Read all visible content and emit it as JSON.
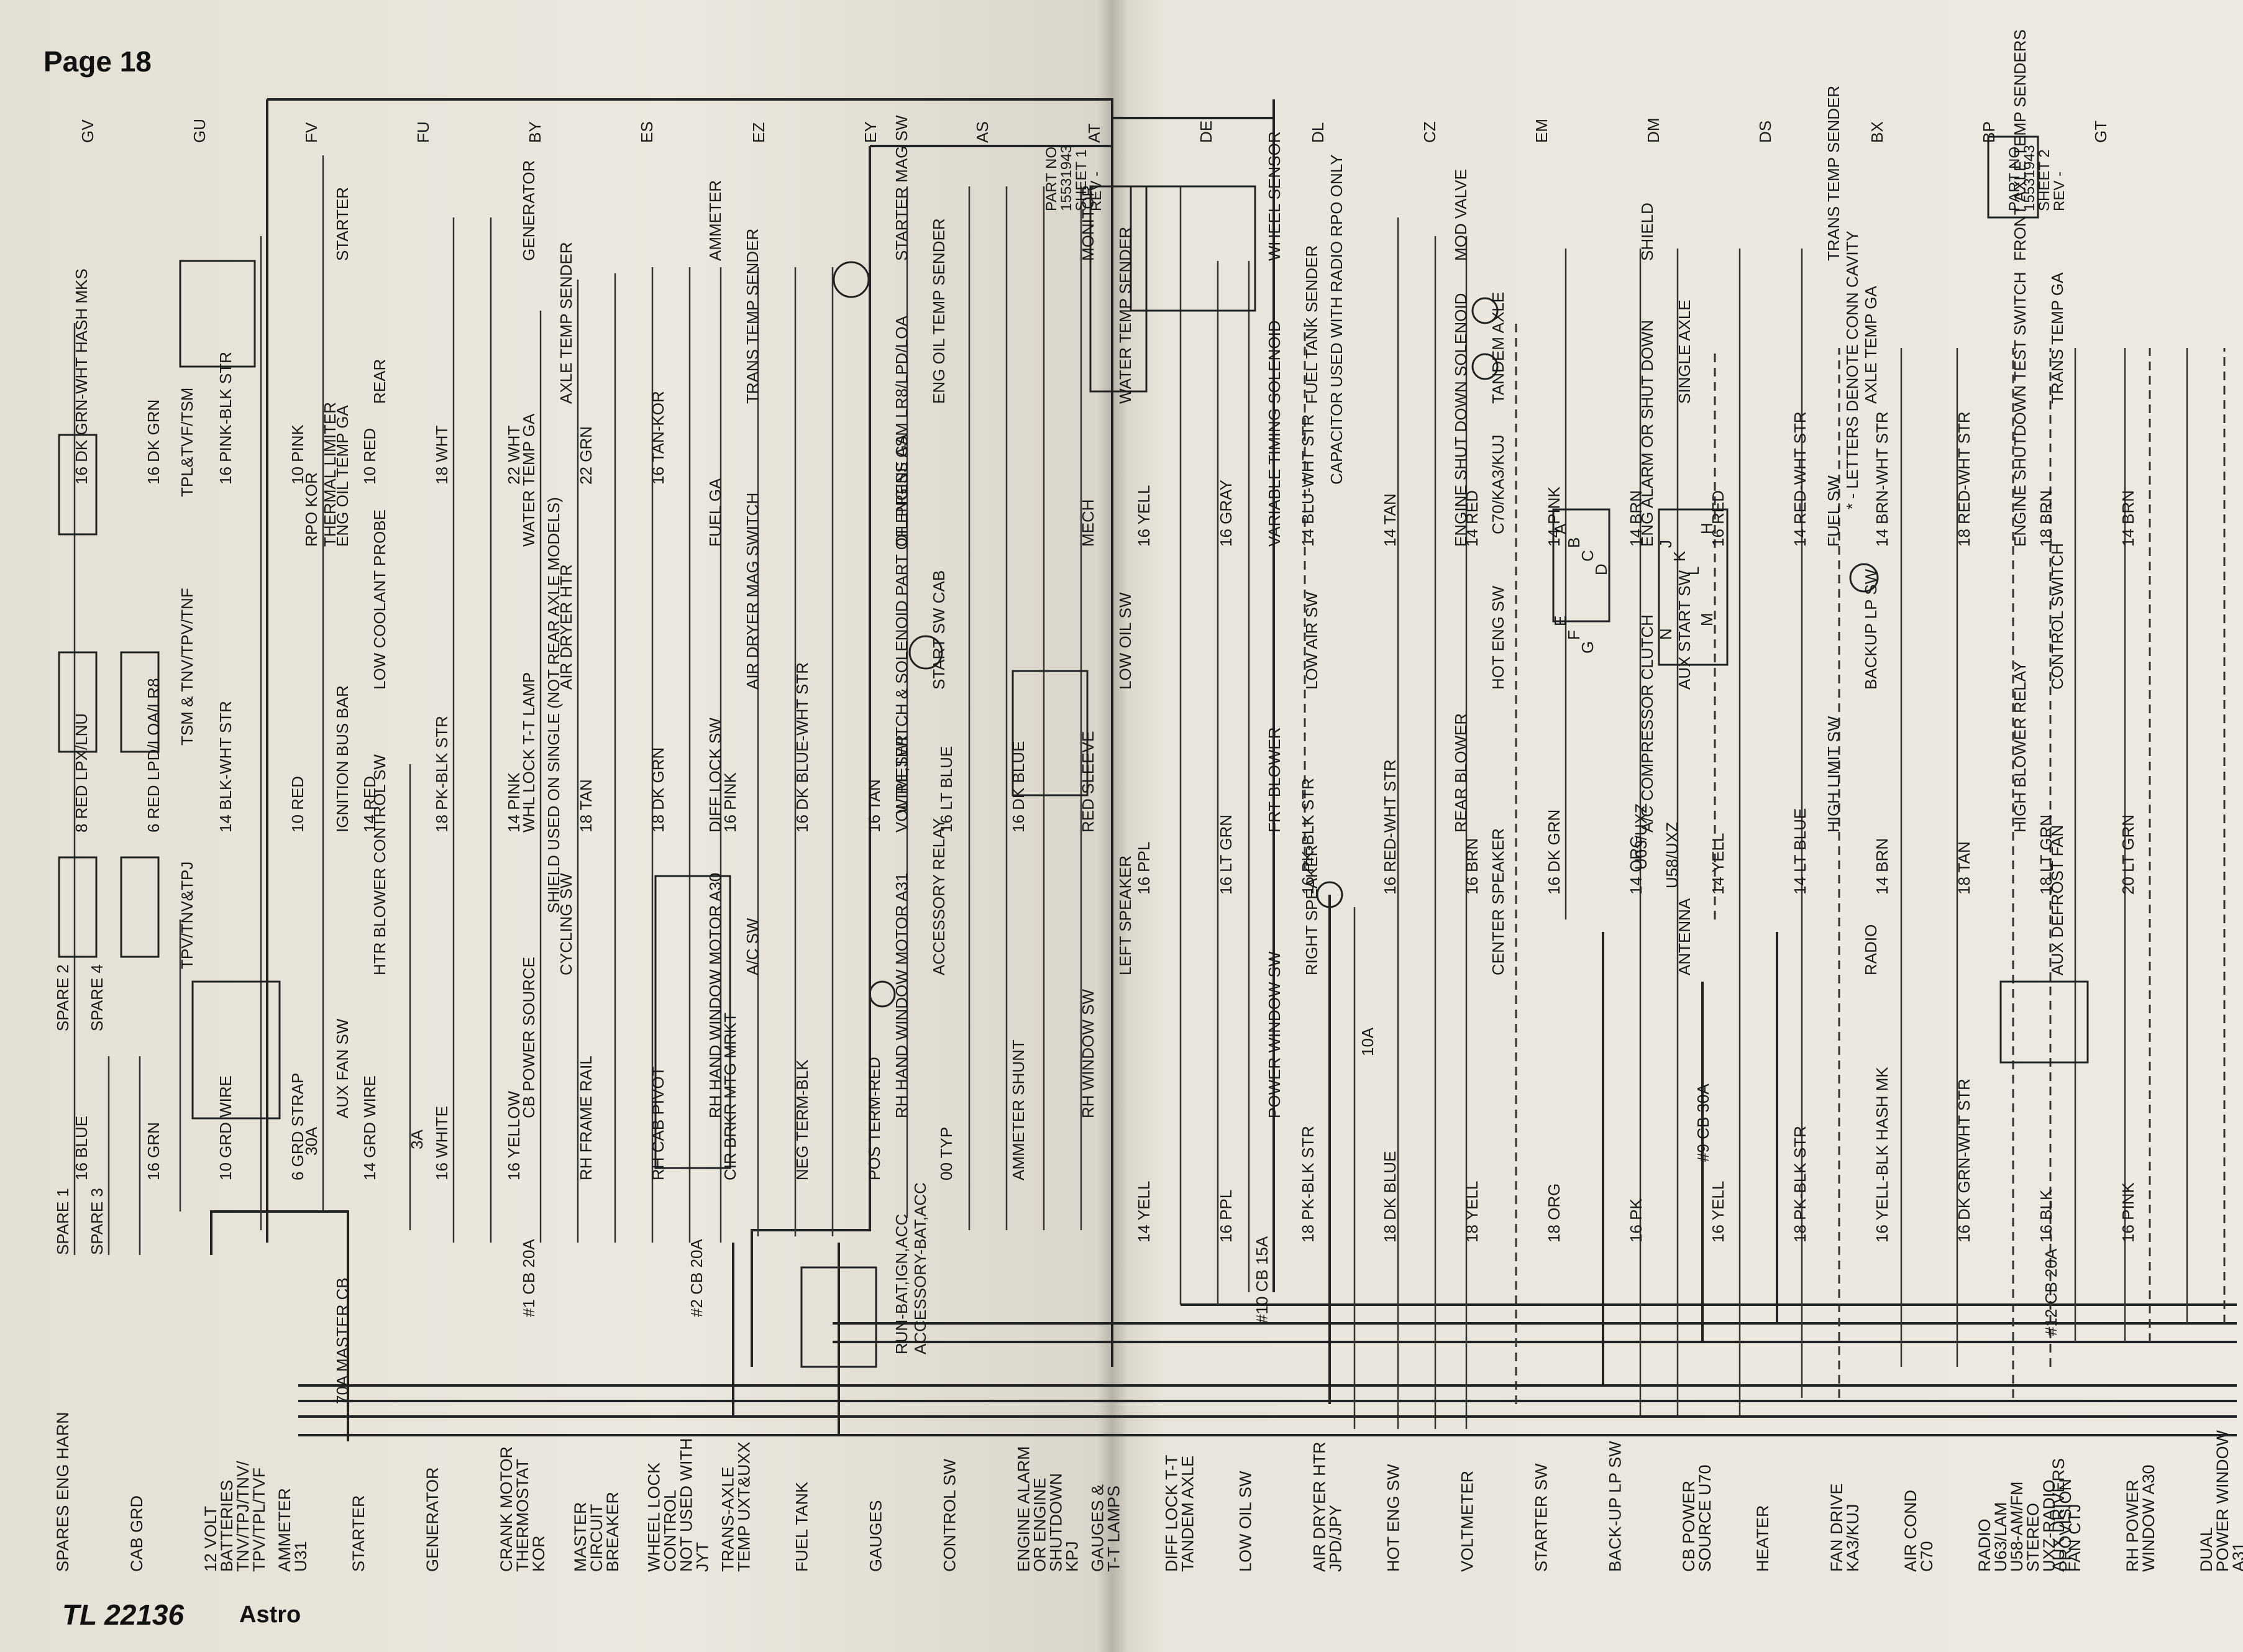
{
  "header": {
    "page": "Page 18",
    "doc_number": "TL 22136",
    "model": "Astro"
  },
  "part_blocks": [
    {
      "lines": [
        "PART NO",
        "15531943",
        "SHEET 1",
        "REV -"
      ]
    },
    {
      "lines": [
        "PART NO",
        "15531943",
        "SHEET 2",
        "REV -"
      ]
    }
  ],
  "circuit_categories": [
    [
      "SPARES ENG HARN"
    ],
    [
      "CAB GRD"
    ],
    [
      "12 VOLT",
      "BATTERIES",
      "TNV/TPJ/TNV/",
      "TPV/TPL/TVF"
    ],
    [
      "AMMETER",
      "U31"
    ],
    [
      "STARTER"
    ],
    [
      "GENERATOR"
    ],
    [
      "CRANK MOTOR",
      "THERMOSTAT",
      "KOR"
    ],
    [
      "MASTER",
      "CIRCUIT",
      "BREAKER"
    ],
    [
      "WHEEL LOCK",
      "CONTROL",
      "NOT USED WITH",
      "JYT"
    ],
    [
      "TRANS-AXLE",
      "TEMP UXT&UXX"
    ],
    [
      "FUEL TANK"
    ],
    [
      "GAUGES"
    ],
    [
      "CONTROL SW"
    ],
    [
      "ENGINE ALARM",
      "OR ENGINE",
      "SHUTDOWN",
      "KPJ"
    ],
    [
      "GAUGES &",
      "T-T LAMPS"
    ],
    [
      "DIFF LOCK T-T",
      "TANDEM AXLE"
    ],
    [
      "LOW OIL SW"
    ],
    [
      "AIR DRYER HTR",
      "JPD/JPY"
    ],
    [
      "HOT ENG SW"
    ],
    [
      "VOLTMETER"
    ],
    [
      "STARTER SW"
    ],
    [
      "BACK-UP LP SW"
    ],
    [
      "CB POWER",
      "SOURCE U70"
    ],
    [
      "HEATER"
    ],
    [
      "FAN DRIVE",
      "KA3/KUJ"
    ],
    [
      "AIR COND",
      "C70"
    ],
    [
      "RADIO",
      "U63/LAM",
      "U58-AM/FM",
      "STEREO",
      "UXZ-RADIO",
      "PROVISION"
    ],
    [
      "AUX DRIVERS",
      "FAN CTJ"
    ],
    [
      "RH POWER",
      "WINDOW A30"
    ],
    [
      "DUAL",
      "POWER WINDOW",
      "A31"
    ]
  ],
  "components": [
    "STARTER",
    "GENERATOR",
    "AMMETER",
    "STARTER MAG SW",
    "MONITOR",
    "WHEEL SENSOR",
    "MOD VALVE",
    "SHIELD",
    "TRANS TEMP SENDER",
    "FRONT AXLE TEMP SENDERS",
    "REAR",
    "AXLE TEMP SENDER",
    "TRANS TEMP SENDER",
    "ENG OIL TEMP SENDER",
    "WATER TEMP SENDER",
    "FUEL TANK SENDER",
    "TANDEM AXLE",
    "SINGLE AXLE",
    "AXLE TEMP GA",
    "TRANS TEMP GA",
    "ENG OIL TEMP GA",
    "WATER TEMP GA",
    "FUEL GA",
    "OIL PRESS GA",
    "MECH",
    "VARIABLE TIMING SOLENOID",
    "ENGINE SHUT DOWN SOLENOID",
    "ENG ALARM OR SHUT DOWN",
    "FUEL SW",
    "ENGINE SHUTDOWN TEST SWITCH",
    "LOW COOLANT PROBE",
    "AIR DRYER HTR",
    "AIR DRYER MAG SWITCH",
    "START SW CAB",
    "LOW OIL SW",
    "LOW AIR SW",
    "HOT ENG SW",
    "AUX START SW",
    "BACKUP LP SW",
    "CONTROL SWITCH",
    "IGNITION BUS BAR",
    "WHL LOCK T-T LAMP",
    "DIFF LOCK SW",
    "VOLTMETER",
    "RED SLEEVE",
    "FRT BLOWER",
    "REAR BLOWER",
    "A/C COMPRESSOR CLUTCH",
    "HIGH LIMIT SW",
    "HIGH BLOWER RELAY",
    "HTR BLOWER CONTROL SW",
    "CYCLING SW",
    "A/C SW",
    "ACCESSORY RELAY",
    "LEFT SPEAKER",
    "RIGHT SPEAKER",
    "CENTER SPEAKER",
    "ANTENNA",
    "RADIO",
    "AUX DEFROST FAN",
    "AUX FAN SW",
    "CB POWER SOURCE",
    "RH HAND WINDOW MOTOR A30",
    "RH HAND WINDOW MOTOR A31",
    "RH WINDOW SW",
    "POWER WINDOW SW"
  ],
  "notes": [
    "CAPACITOR USED WITH RADIO RPO ONLY",
    "* - LETTERS DENOTE CONN CAVITY",
    "WIRE,SWITCH & SOLENOID PART OF ENGINE ASM LR8/LPD/LOA",
    "SHIELD USED ON SINGLE (NOT REAR AXLE MODELS)",
    "RUN-BAT,IGN,ACC",
    "ACCESSORY-BAT,ACC",
    "RPO KOR",
    "THERMAL LIMITER"
  ],
  "circuit_breakers": [
    "#1 CB 20A",
    "#2 CB 20A",
    "#10 CB 15A",
    "#12 CB 20A",
    "#9 CB 30A",
    "70A MASTER CB",
    "30A",
    "3A",
    "10A"
  ],
  "wire_labels_left": [
    "16 BLUE",
    "16 GRN",
    "10 GRD WIRE",
    "6 GRD STRAP",
    "14 GRD WIRE",
    "16 WHITE",
    "16 YELLOW",
    "RH FRAME RAIL",
    "RH CAB PIVOT",
    "CIR BRKR MTG MRKT",
    "NEG TERM-BLK",
    "POS TERM-RED",
    "00 TYP",
    "AMMETER SHUNT",
    "8 RED LPX/LNU",
    "6 RED LPD/LOA/LR8",
    "14 BLK-WHT STR",
    "10 RED",
    "14 RED",
    "18 PK-BLK STR",
    "14 PINK",
    "18 TAN",
    "18 DK GRN",
    "16 PINK",
    "16 DK BLUE-WHT STR",
    "16 TAN",
    "16 LT BLUE",
    "16 DK BLUE",
    "16 DK GRN-WHT HASH MKS",
    "16 DK GRN",
    "16 PINK-BLK STR",
    "10 PINK",
    "10 RED",
    "18 WHT",
    "22 WHT",
    "22 GRN",
    "16 TAN-KOR"
  ],
  "wire_labels_right": [
    "14 YELL",
    "16 PPL",
    "18 PK-BLK STR",
    "18 DK BLUE",
    "18 YELL",
    "18 ORG",
    "16 PK",
    "16 YELL",
    "18 PK-BLK STR",
    "16 YELL-BLK HASH MK",
    "16 DK GRN-WHT STR",
    "16 BLK",
    "16 PINK",
    "16 PPL",
    "16 LT GRN",
    "16 PK-BLK STR",
    "16 RED-WHT STR",
    "16 BRN",
    "16 DK GRN",
    "14 ORG",
    "14 YELL",
    "14 LT BLUE",
    "14 BRN",
    "18 TAN",
    "18 LT GRN",
    "20 LT GRN",
    "16 YELL",
    "16 GRAY",
    "14 BLU-WHT STR",
    "14 TAN",
    "14 RED",
    "14 PINK",
    "14 BRN",
    "16 RED",
    "14 RED-WHT STR",
    "14 BRN-WHT STR",
    "18 RED-WHT STR",
    "18 BRN",
    "14 BRN"
  ],
  "connector_codes": [
    "GV",
    "GU",
    "FV",
    "FU",
    "BY",
    "ES",
    "EZ",
    "EY",
    "AS",
    "AT",
    "DE",
    "DL",
    "CZ",
    "EM",
    "DM",
    "DS",
    "BX",
    "BP",
    "GT"
  ],
  "options": [
    "TPV/TNV&TPJ",
    "TSM & TNV/TPV/TNF",
    "TPL&TVF/TSM",
    "C70/KA3/KUJ",
    "U63/UXZ",
    "U58/UXZ"
  ],
  "spares": [
    "SPARE 2",
    "SPARE 4",
    "SPARE 1",
    "SPARE 3"
  ],
  "connector_cavities": [
    "A",
    "B",
    "C",
    "D",
    "E",
    "F",
    "G",
    "H",
    "J",
    "K",
    "L",
    "M",
    "N"
  ],
  "colors": {
    "paper": "#e9e6dd",
    "ink": "#1a1a1a",
    "gutter": "#cfcbc0"
  }
}
